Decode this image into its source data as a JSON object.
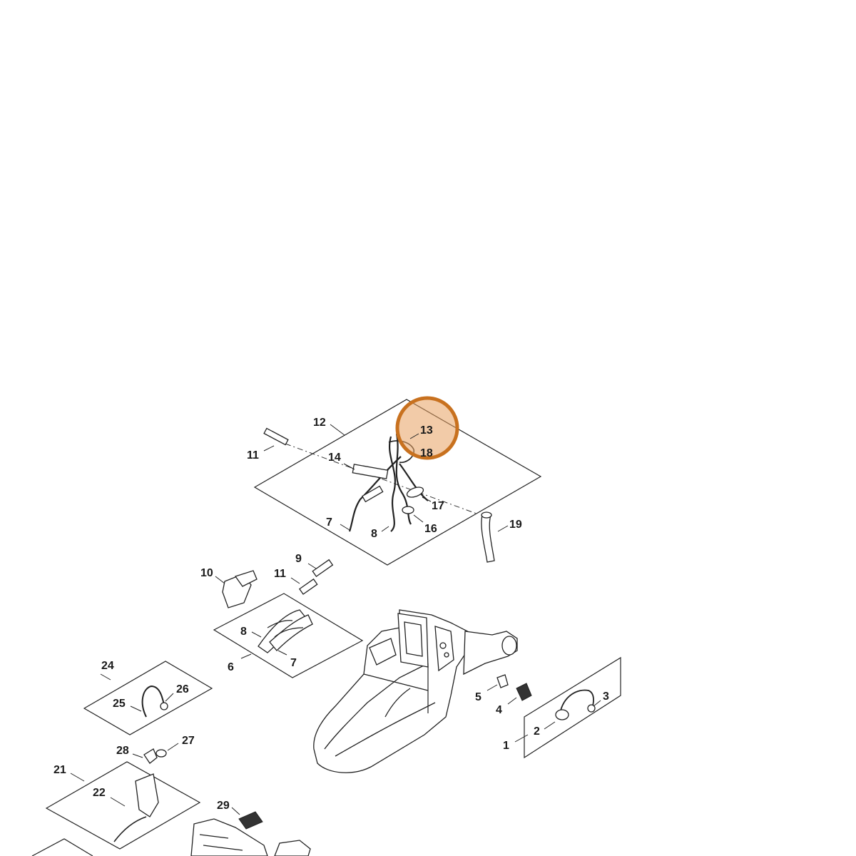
{
  "diagram": {
    "callouts": [
      "1",
      "2",
      "3",
      "4",
      "5",
      "6",
      "7",
      "8",
      "9",
      "10",
      "11",
      "12",
      "13",
      "14",
      "16",
      "17",
      "18",
      "19",
      "21",
      "22",
      "24",
      "25",
      "26",
      "27",
      "28",
      "29"
    ],
    "highlight": {
      "labels": [
        "13",
        "18"
      ],
      "color": "#e8a060",
      "ring_color": "#c8711f"
    }
  }
}
